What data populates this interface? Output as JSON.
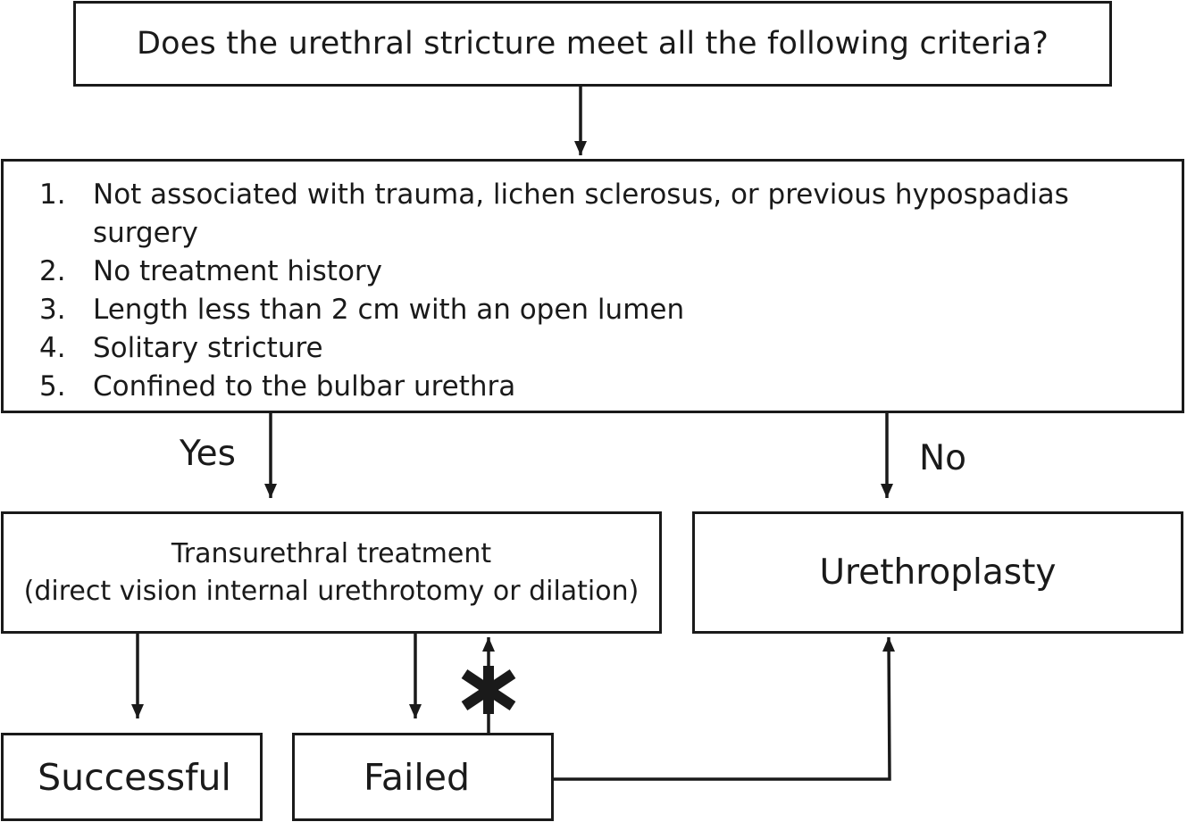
{
  "question": {
    "text": "Does the urethral stricture meet all the following criteria?"
  },
  "criteria": {
    "items": [
      {
        "number": "1.",
        "text": "Not associated with trauma, lichen sclerosus, or previous hypospadias surgery"
      },
      {
        "number": "2.",
        "text": "No treatment history"
      },
      {
        "number": "3.",
        "text": "Length less than 2 cm with an open lumen"
      },
      {
        "number": "4.",
        "text": "Solitary stricture"
      },
      {
        "number": "5.",
        "text": "Confined to the bulbar urethra"
      }
    ]
  },
  "branches": {
    "yes_label": "Yes",
    "no_label": "No"
  },
  "transurethral": {
    "line1": "Transurethral treatment",
    "line2": "(direct vision internal urethrotomy or dilation)"
  },
  "urethroplasty": {
    "label": "Urethroplasty"
  },
  "outcomes": {
    "successful_label": "Successful",
    "failed_label": "Failed"
  },
  "colors": {
    "stroke": "#1a1a1a",
    "background": "#ffffff"
  },
  "icons": {
    "blocked_marker": "asterisk-icon"
  }
}
